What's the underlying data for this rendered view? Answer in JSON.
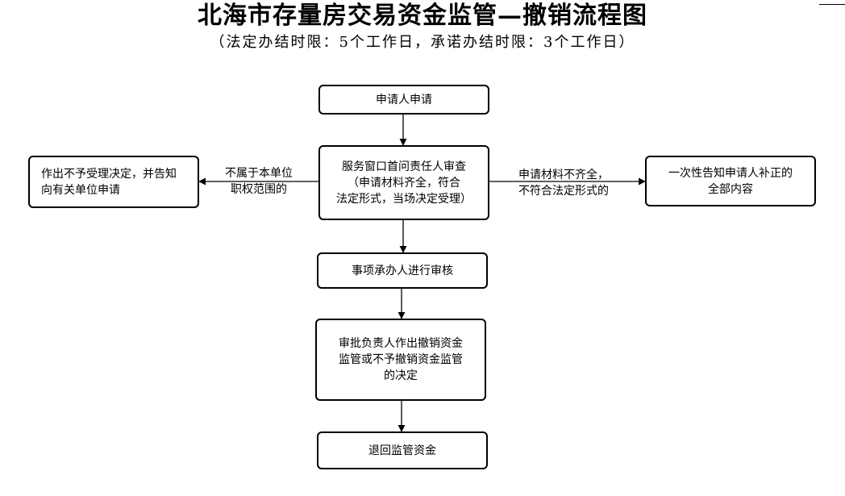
{
  "title": "北海市存量房交易资金监管—撤销流程图",
  "subtitle": "（法定办结时限：5个工作日，承诺办结时限：3个工作日）",
  "nodes": {
    "apply": "申请人申请",
    "review": "服务窗口首问责任人审查\n（申请材料齐全，符合\n法定形式，当场决定受理）",
    "reject": "作出不予受理决定，并告知\n向有关单位申请",
    "notify": "一次性告知申请人补正的\n全部内容",
    "audit": "事项承办人进行审核",
    "decide": "审批负责人作出撤销资金\n监管或不予撤销资金监管\n的决定",
    "refund": "退回监管资金"
  },
  "edge_labels": {
    "out_of_scope": "不属于本单位\n职权范围的",
    "incomplete": "申请材料不齐全，\n不符合法定形式的"
  }
}
